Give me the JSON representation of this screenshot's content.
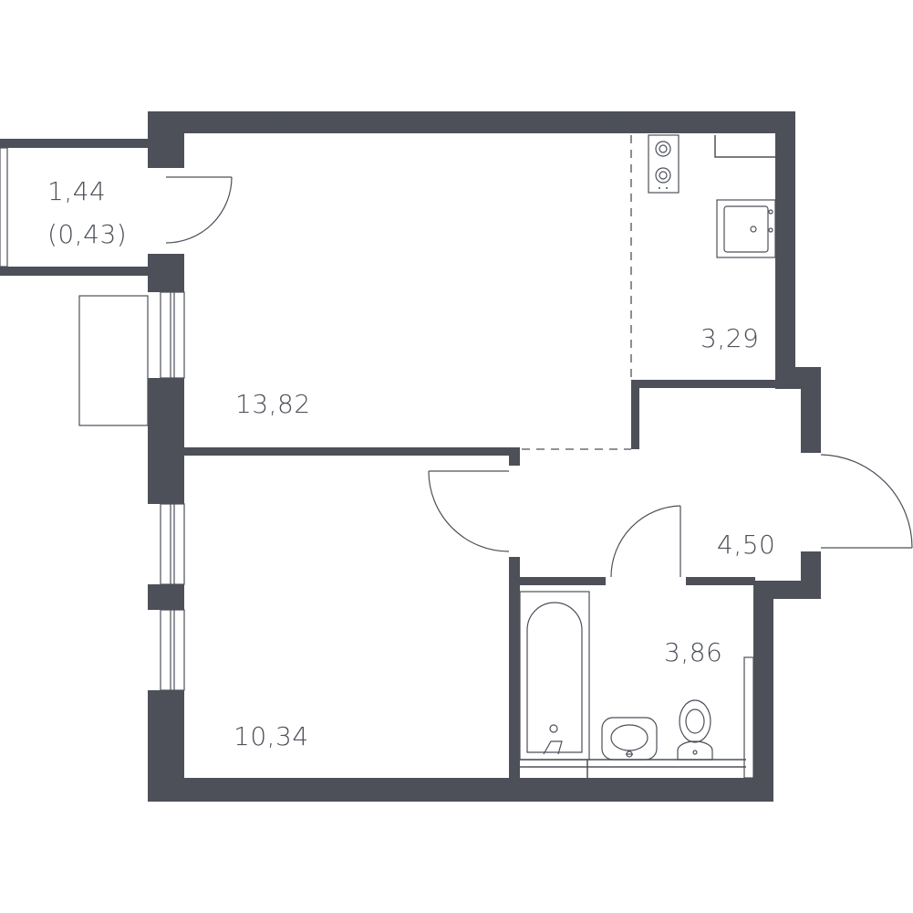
{
  "rooms": {
    "balcony": {
      "area": "1,44",
      "area_reduced": "(0,43)"
    },
    "living_room": {
      "area": "13,82"
    },
    "kitchen": {
      "area": "3,29"
    },
    "hall": {
      "area": "4,50"
    },
    "bathroom": {
      "area": "3,86"
    },
    "bedroom": {
      "area": "10,34"
    }
  },
  "colors": {
    "wall": "#4d5059",
    "background": "#ffffff"
  }
}
